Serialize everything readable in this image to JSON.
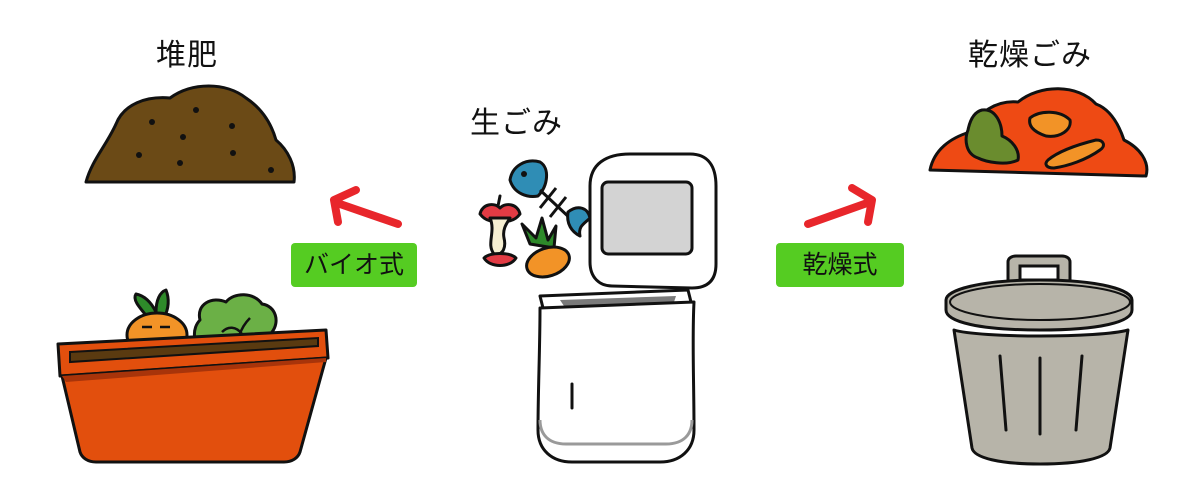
{
  "labels": {
    "compost": "堆肥",
    "raw_garbage": "生ごみ",
    "dry_garbage": "乾燥ごみ",
    "bio_method": "バイオ式",
    "dry_method": "乾燥式"
  },
  "colors": {
    "badge_green": "#55cc22",
    "arrow_red": "#e8262b",
    "compost_brown": "#6b4a16",
    "planter_orange": "#e24f0d",
    "dried_orange": "#ee4a14",
    "can_gray": "#b7b4a9"
  }
}
